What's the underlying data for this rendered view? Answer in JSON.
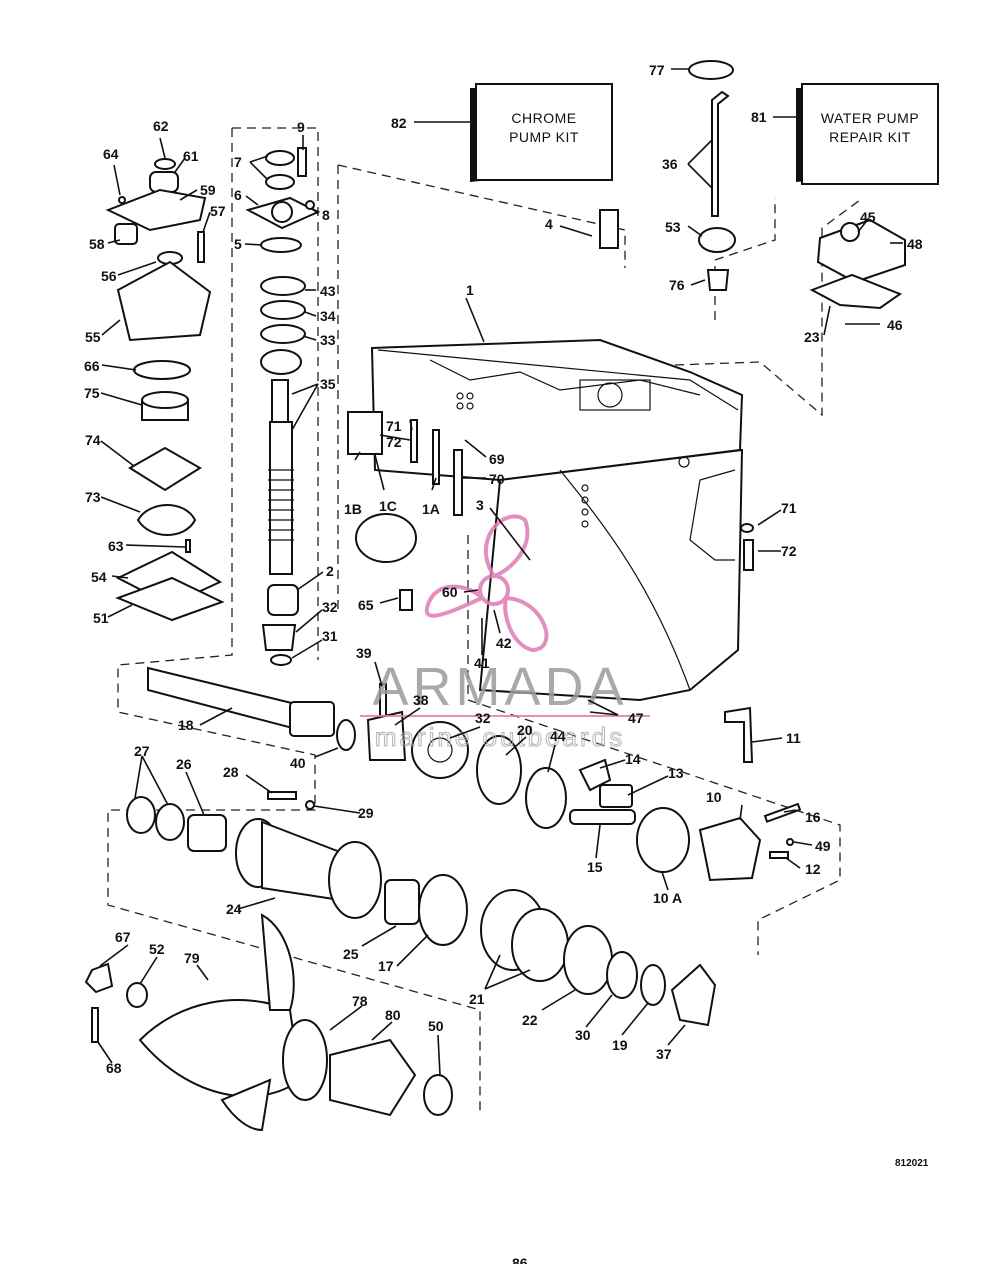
{
  "diagram_code": "812021",
  "page_number": "86",
  "watermark": {
    "brand": "ARMADA",
    "tagline": "marine outboards",
    "accent_color": "#e07ab5"
  },
  "kits": {
    "chrome_pump_kit": "CHROME\nPUMP KIT",
    "water_pump_repair_kit": "WATER PUMP\nREPAIR KIT"
  },
  "callouts": {
    "c1": "1",
    "c1A": "1A",
    "c1B": "1B",
    "c1C": "1C",
    "c2": "2",
    "c3": "3",
    "c4": "4",
    "c5": "5",
    "c6": "6",
    "c7": "7",
    "c8": "8",
    "c9": "9",
    "c10": "10",
    "c10A": "10 A",
    "c11": "11",
    "c12": "12",
    "c13": "13",
    "c14": "14",
    "c15": "15",
    "c16": "16",
    "c17": "17",
    "c18": "18",
    "c19": "19",
    "c20": "20",
    "c21": "21",
    "c22": "22",
    "c23": "23",
    "c24": "24",
    "c25": "25",
    "c26": "26",
    "c27": "27",
    "c28": "28",
    "c29": "29",
    "c30": "30",
    "c31": "31",
    "c32a": "32",
    "c32b": "32",
    "c33": "33",
    "c34": "34",
    "c35": "35",
    "c36": "36",
    "c37": "37",
    "c38": "38",
    "c39": "39",
    "c40": "40",
    "c41": "41",
    "c42": "42",
    "c43": "43",
    "c44": "44",
    "c45": "45",
    "c46": "46",
    "c47": "47",
    "c48": "48",
    "c49": "49",
    "c50": "50",
    "c51": "51",
    "c52": "52",
    "c53": "53",
    "c54": "54",
    "c55": "55",
    "c56": "56",
    "c57": "57",
    "c58": "58",
    "c59": "59",
    "c60": "60",
    "c61": "61",
    "c62": "62",
    "c63": "63",
    "c64": "64",
    "c65": "65",
    "c66": "66",
    "c67": "67",
    "c68": "68",
    "c69": "69",
    "c70": "70",
    "c71a": "71",
    "c71b": "71",
    "c72a": "72",
    "c72b": "72",
    "c73": "73",
    "c74": "74",
    "c75": "75",
    "c76": "76",
    "c77": "77",
    "c78": "78",
    "c79": "79",
    "c80": "80",
    "c81": "81",
    "c82": "82"
  }
}
